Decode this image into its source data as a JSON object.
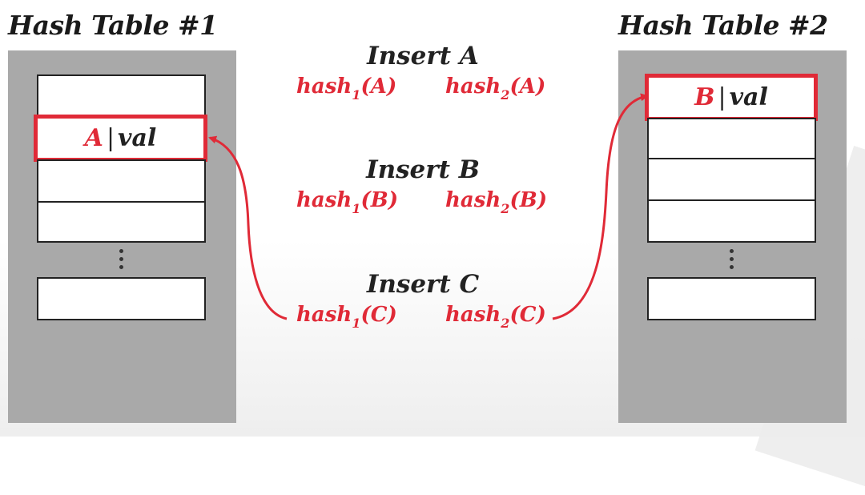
{
  "tables": {
    "left": {
      "title": "Hash Table #1",
      "entry": {
        "key": "A",
        "separator": "|",
        "value": "val"
      }
    },
    "right": {
      "title": "Hash Table #2",
      "entry": {
        "key": "B",
        "separator": "|",
        "value": "val"
      }
    }
  },
  "inserts": [
    {
      "label": "Insert A",
      "key": "A"
    },
    {
      "label": "Insert B",
      "key": "B"
    },
    {
      "label": "Insert C",
      "key": "C"
    }
  ],
  "hash_functions": {
    "name": "hash",
    "first": "1",
    "second": "2"
  },
  "colors": {
    "accent": "#e02a37",
    "panel": "#a9a9a9",
    "text": "#222222"
  },
  "icons": {
    "continuation": "vertical-ellipsis-icon"
  }
}
